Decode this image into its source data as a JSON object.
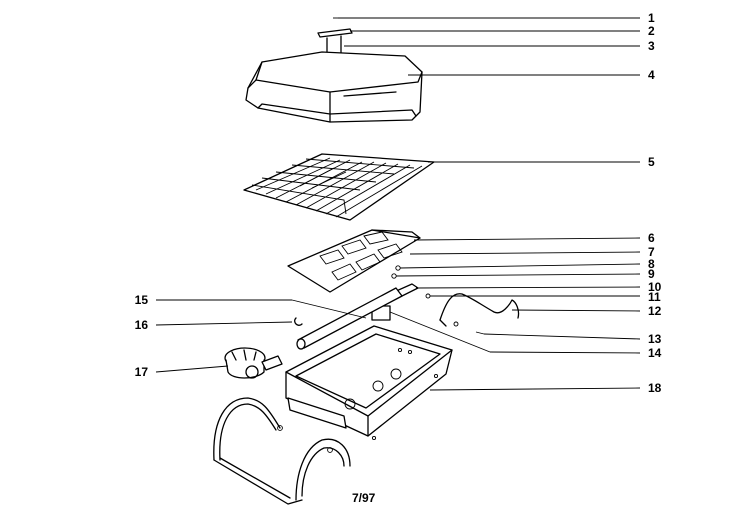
{
  "callouts": {
    "c1": "1",
    "c2": "2",
    "c3": "3",
    "c4": "4",
    "c5": "5",
    "c6": "6",
    "c7": "7",
    "c8": "8",
    "c9": "9",
    "c10": "10",
    "c11": "11",
    "c12": "12",
    "c13": "13",
    "c14": "14",
    "c15": "15",
    "c16": "16",
    "c17": "17",
    "c18": "18"
  },
  "footer_code": "7/97"
}
